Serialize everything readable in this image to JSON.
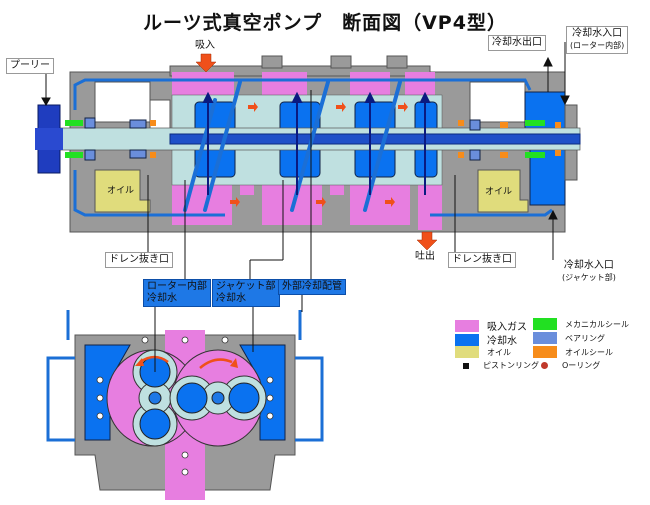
{
  "title": "ルーツ式真空ポンプ　断面図（VP4型）",
  "labels": {
    "pulley": "プーリー",
    "suction": "吸入",
    "discharge": "吐出",
    "drain_left": "ドレン抜き口",
    "drain_right": "ドレン抜き口",
    "cooling_out": "冷却水出口",
    "cooling_in_rotor_1": "冷却水入口",
    "cooling_in_rotor_2": "(ローター内部)",
    "cooling_in_jacket_1": "冷却水入口",
    "cooling_in_jacket_2": "(ジャケット部)",
    "oil_left": "オイル",
    "oil_right": "オイル"
  },
  "callouts": {
    "rotor_cooling_1": "ローター内部",
    "rotor_cooling_2": "冷却水",
    "jacket_cooling_1": "ジャケット部",
    "jacket_cooling_2": "冷却水",
    "external_piping": "外部冷却配管"
  },
  "legend": {
    "items": [
      {
        "label": "吸入ガス",
        "color": "#e77ee0"
      },
      {
        "label": "冷却水",
        "color": "#0a72f0"
      },
      {
        "label": "オイル",
        "color": "#e0dc7c"
      },
      {
        "label": "メカニカルシール",
        "color": "#22e022"
      },
      {
        "label": "ベアリング",
        "color": "#6a8edc"
      },
      {
        "label": "オイルシール",
        "color": "#f78c1a"
      }
    ],
    "markers": [
      {
        "label": "ピストンリング",
        "color": "#111111"
      },
      {
        "label": "Oーリング",
        "color": "#c0392b"
      }
    ]
  },
  "colors": {
    "casing": "#9a9a9a",
    "rotor": "#bfe0e0",
    "arrow": "#f0501a",
    "pipe": "#1b6fd6"
  }
}
